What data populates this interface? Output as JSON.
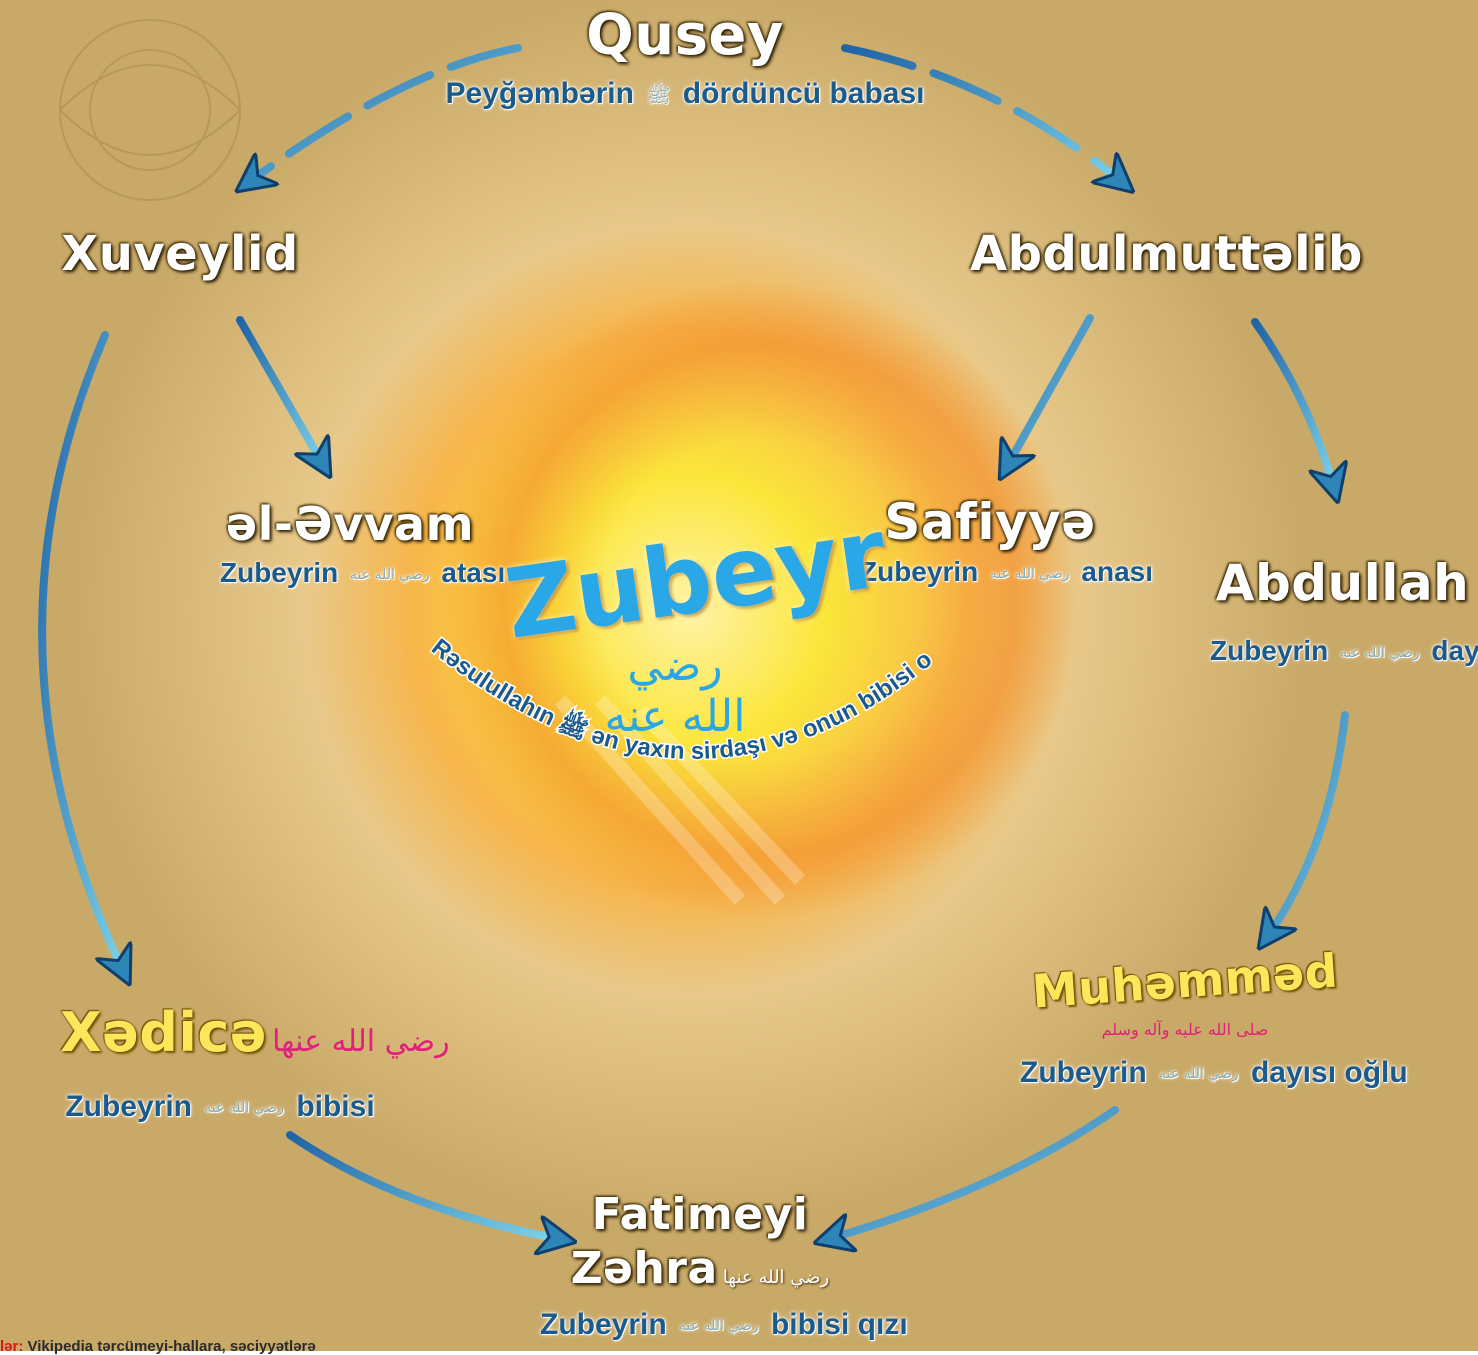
{
  "nodes": {
    "qusey": {
      "name": "Qusey",
      "sub_pre": "Peyğəmbərin",
      "sub_post": "dördüncü babası"
    },
    "xuveylid": {
      "name": "Xuveylid"
    },
    "abdulmuttalib": {
      "name": "Abdulmuttəlib"
    },
    "avvam": {
      "name": "əl-Əvvam",
      "sub_pre": "Zubeyrin",
      "sub_post": "atası"
    },
    "safiyya": {
      "name": "Safiyyə",
      "sub_pre": "Zubeyrin",
      "sub_post": "anası"
    },
    "abdullah": {
      "name": "Abdullah",
      "sub_pre": "Zubeyrin",
      "sub_post": "dayısı"
    },
    "xadica": {
      "name": "Xədicə",
      "honor": "رضي الله عنها",
      "sub_pre": "Zubeyrin",
      "sub_post": "bibisi"
    },
    "muhammad": {
      "name": "Muhəmməd",
      "honor": "صلى الله عليه وآله وسلم",
      "sub_pre": "Zubeyrin",
      "sub_post": "dayısı oğlu"
    },
    "fatima": {
      "name_line1": "Fatimeyi",
      "name_line2": "Zəhra",
      "honor": "رضي الله عنها",
      "sub_pre": "Zubeyrin",
      "sub_post": "bibisi qızı"
    }
  },
  "center": {
    "name": "Zubeyr",
    "honor": "رضي الله عنه",
    "caption": "Rəsulullahın ﷺ ən yaxın sirdaşı və onun bibisi oğlu"
  },
  "honors": {
    "prophet": "ﷺ",
    "companion": "رضي الله عنه"
  },
  "footer": {
    "prefix": "lər:",
    "text": "Vikipedia tərcümeyi-hallara, səciyyətlərə"
  },
  "colors": {
    "arrow": "#1f63a6",
    "arrow_light": "#7fd4ea",
    "name": "#ffffff",
    "sub": "#1a5a8c",
    "center": "#2aa7e6",
    "gold": "#fbe85a",
    "pink": "#e0207a"
  }
}
